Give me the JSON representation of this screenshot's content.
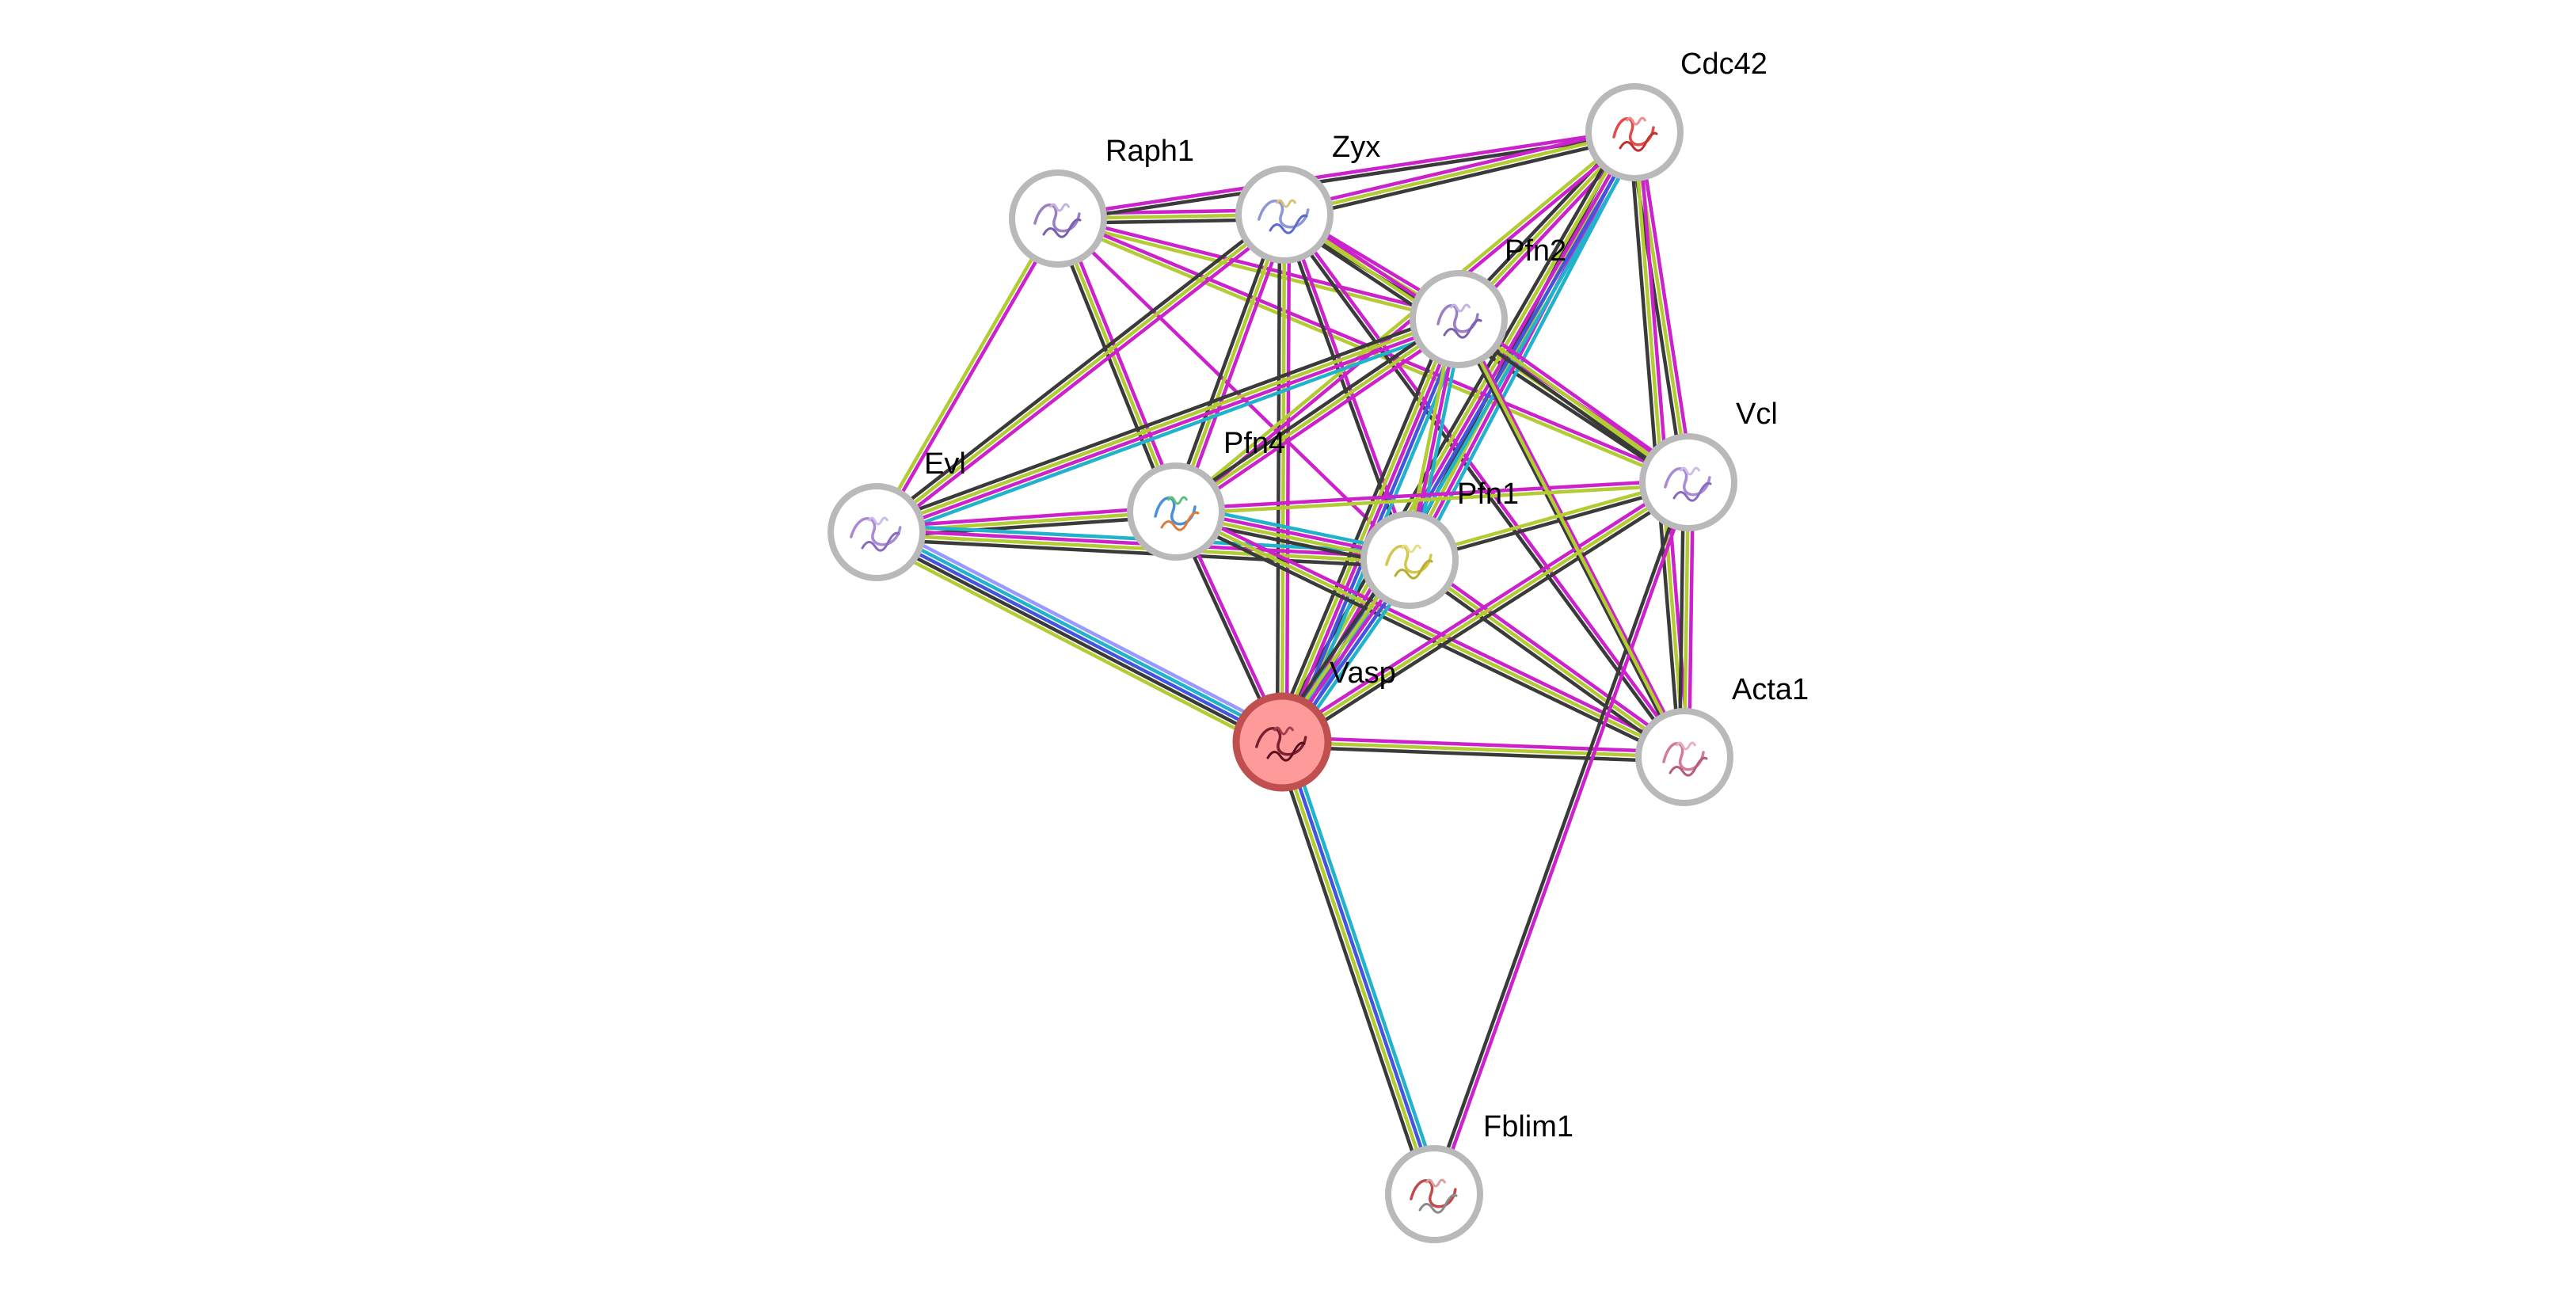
{
  "network": {
    "nodes": [
      {
        "id": "Cdc42",
        "label": "Cdc42",
        "query": false,
        "fill": "#ffffff",
        "ring": "#b9b9b9",
        "motif": [
          "#e24b4b",
          "#c23131",
          "#f08c8c"
        ]
      },
      {
        "id": "Raph1",
        "label": "Raph1",
        "query": false,
        "fill": "#ffffff",
        "ring": "#b9b9b9",
        "motif": [
          "#9b7fc4",
          "#7b5fae",
          "#c4b3e0"
        ]
      },
      {
        "id": "Zyx",
        "label": "Zyx",
        "query": false,
        "fill": "#ffffff",
        "ring": "#b9b9b9",
        "motif": [
          "#8d96d8",
          "#5d6bd0",
          "#d7c27a"
        ]
      },
      {
        "id": "Pfn2",
        "label": "Pfn2",
        "query": false,
        "fill": "#ffffff",
        "ring": "#b9b9b9",
        "motif": [
          "#9b7fc4",
          "#7b5fae",
          "#c4b3e0"
        ]
      },
      {
        "id": "Vcl",
        "label": "Vcl",
        "query": false,
        "fill": "#ffffff",
        "ring": "#b9b9b9",
        "motif": [
          "#a98ad4",
          "#8a6bc0",
          "#cdbbea"
        ]
      },
      {
        "id": "Evl",
        "label": "Evl",
        "query": false,
        "fill": "#ffffff",
        "ring": "#b9b9b9",
        "motif": [
          "#a98ad4",
          "#8a6bc0",
          "#cdbbea"
        ]
      },
      {
        "id": "Pfn4",
        "label": "Pfn4",
        "query": false,
        "fill": "#ffffff",
        "ring": "#b9b9b9",
        "motif": [
          "#4a90d9",
          "#e07a3a",
          "#5cbf7a"
        ]
      },
      {
        "id": "Pfn1",
        "label": "Pfn1",
        "query": false,
        "fill": "#ffffff",
        "ring": "#b9b9b9",
        "motif": [
          "#d3c64a",
          "#b9ad2c",
          "#e6df8a"
        ]
      },
      {
        "id": "Vasp",
        "label": "Vasp",
        "query": true,
        "fill": "#ff9a9a",
        "ring": "#c05050",
        "motif": [
          "#7a2030",
          "#5a1020",
          "#a04050"
        ]
      },
      {
        "id": "Acta1",
        "label": "Acta1",
        "query": false,
        "fill": "#ffffff",
        "ring": "#b9b9b9",
        "motif": [
          "#d47a9a",
          "#b85a7c",
          "#e8aec2"
        ]
      },
      {
        "id": "Fblim1",
        "label": "Fblim1",
        "query": false,
        "fill": "#ffffff",
        "ring": "#b9b9b9",
        "motif": [
          "#c24a4a",
          "#8a8a8a",
          "#d8a0a0"
        ]
      }
    ],
    "edges": [
      {
        "source": "Raph1",
        "target": "Zyx",
        "evidence": [
          "text",
          "coexp",
          "black"
        ]
      },
      {
        "source": "Raph1",
        "target": "Cdc42",
        "evidence": [
          "text",
          "black"
        ]
      },
      {
        "source": "Raph1",
        "target": "Pfn2",
        "evidence": [
          "text",
          "coexp"
        ]
      },
      {
        "source": "Raph1",
        "target": "Evl",
        "evidence": [
          "text",
          "coexp"
        ]
      },
      {
        "source": "Raph1",
        "target": "Pfn4",
        "evidence": [
          "text",
          "coexp",
          "black"
        ]
      },
      {
        "source": "Raph1",
        "target": "Pfn1",
        "evidence": [
          "text"
        ]
      },
      {
        "source": "Raph1",
        "target": "Vcl",
        "evidence": [
          "text",
          "coexp"
        ]
      },
      {
        "source": "Zyx",
        "target": "Cdc42",
        "evidence": [
          "text",
          "coexp",
          "black"
        ]
      },
      {
        "source": "Zyx",
        "target": "Pfn2",
        "evidence": [
          "text",
          "coexp",
          "black"
        ]
      },
      {
        "source": "Zyx",
        "target": "Evl",
        "evidence": [
          "text",
          "coexp",
          "black"
        ]
      },
      {
        "source": "Zyx",
        "target": "Pfn4",
        "evidence": [
          "text",
          "coexp",
          "black"
        ]
      },
      {
        "source": "Zyx",
        "target": "Vasp",
        "evidence": [
          "text",
          "coexp",
          "black"
        ]
      },
      {
        "source": "Zyx",
        "target": "Pfn1",
        "evidence": [
          "text",
          "black"
        ]
      },
      {
        "source": "Zyx",
        "target": "Vcl",
        "evidence": [
          "text",
          "coexp",
          "black"
        ]
      },
      {
        "source": "Zyx",
        "target": "Acta1",
        "evidence": [
          "text",
          "black"
        ]
      },
      {
        "source": "Cdc42",
        "target": "Pfn2",
        "evidence": [
          "text",
          "coexp",
          "black"
        ]
      },
      {
        "source": "Cdc42",
        "target": "Pfn4",
        "evidence": [
          "text",
          "coexp"
        ]
      },
      {
        "source": "Cdc42",
        "target": "Pfn1",
        "evidence": [
          "db",
          "text",
          "coexp",
          "black"
        ]
      },
      {
        "source": "Cdc42",
        "target": "Vasp",
        "evidence": [
          "db",
          "exp",
          "text",
          "coexp",
          "black"
        ]
      },
      {
        "source": "Cdc42",
        "target": "Vcl",
        "evidence": [
          "text",
          "coexp",
          "black"
        ]
      },
      {
        "source": "Cdc42",
        "target": "Acta1",
        "evidence": [
          "text",
          "coexp",
          "black"
        ]
      },
      {
        "source": "Pfn2",
        "target": "Evl",
        "evidence": [
          "db",
          "text",
          "coexp",
          "black"
        ]
      },
      {
        "source": "Pfn2",
        "target": "Pfn4",
        "evidence": [
          "text",
          "coexp",
          "black"
        ]
      },
      {
        "source": "Pfn2",
        "target": "Vasp",
        "evidence": [
          "db",
          "exp",
          "text",
          "coexp",
          "black"
        ]
      },
      {
        "source": "Pfn2",
        "target": "Pfn1",
        "evidence": [
          "db",
          "text",
          "coexp"
        ]
      },
      {
        "source": "Pfn2",
        "target": "Vcl",
        "evidence": [
          "text",
          "coexp",
          "black"
        ]
      },
      {
        "source": "Pfn2",
        "target": "Acta1",
        "evidence": [
          "text",
          "black"
        ]
      },
      {
        "source": "Evl",
        "target": "Pfn4",
        "evidence": [
          "text",
          "coexp",
          "black"
        ]
      },
      {
        "source": "Evl",
        "target": "Pfn1",
        "evidence": [
          "db",
          "text",
          "coexp",
          "black"
        ]
      },
      {
        "source": "Evl",
        "target": "Vasp",
        "evidence": [
          "hom",
          "db",
          "exp",
          "black",
          "coexp"
        ]
      },
      {
        "source": "Pfn4",
        "target": "Pfn1",
        "evidence": [
          "db",
          "text",
          "coexp",
          "black"
        ]
      },
      {
        "source": "Pfn4",
        "target": "Vasp",
        "evidence": [
          "text",
          "black"
        ]
      },
      {
        "source": "Pfn4",
        "target": "Vcl",
        "evidence": [
          "text",
          "coexp"
        ]
      },
      {
        "source": "Pfn4",
        "target": "Acta1",
        "evidence": [
          "text",
          "coexp",
          "black"
        ]
      },
      {
        "source": "Pfn1",
        "target": "Vasp",
        "evidence": [
          "db",
          "exp",
          "text",
          "coexp",
          "black"
        ]
      },
      {
        "source": "Pfn1",
        "target": "Vcl",
        "evidence": [
          "coexp",
          "black"
        ]
      },
      {
        "source": "Pfn1",
        "target": "Acta1",
        "evidence": [
          "text",
          "coexp",
          "black"
        ]
      },
      {
        "source": "Vasp",
        "target": "Vcl",
        "evidence": [
          "text",
          "coexp",
          "black"
        ]
      },
      {
        "source": "Vasp",
        "target": "Acta1",
        "evidence": [
          "text",
          "coexp",
          "black"
        ]
      },
      {
        "source": "Vasp",
        "target": "Fblim1",
        "evidence": [
          "db",
          "exp",
          "coexp",
          "black"
        ]
      },
      {
        "source": "Vcl",
        "target": "Acta1",
        "evidence": [
          "text",
          "coexp",
          "black"
        ]
      },
      {
        "source": "Vcl",
        "target": "Fblim1",
        "evidence": [
          "text",
          "black"
        ]
      },
      {
        "source": "Acta1",
        "target": "Pfn2",
        "evidence": [
          "coexp"
        ]
      }
    ]
  },
  "evidence_colors": {
    "text": "#cc22cc",
    "coexp": "#b3cc33",
    "black": "#3a3a3a",
    "db": "#22b3cc",
    "exp": "#4455dd",
    "hom": "#9999ff"
  },
  "label_color": "#000000",
  "background": "#ffffff"
}
